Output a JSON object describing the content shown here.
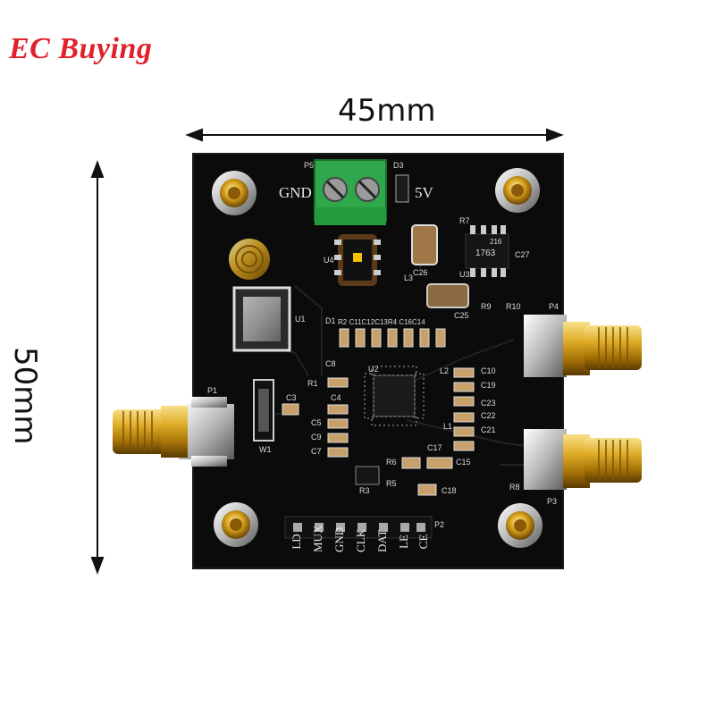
{
  "brand": {
    "name": "EC Buying",
    "color": "#e0202a"
  },
  "dimensions": {
    "width_label": "45mm",
    "height_label": "50mm"
  },
  "board": {
    "power_labels": {
      "gnd": "GND",
      "v5": "5V"
    },
    "header_pins": [
      "LD",
      "MUX",
      "GND",
      "CLK",
      "DAT",
      "LE",
      "CE"
    ],
    "header_ref": "P2",
    "refs": {
      "p5": "P5",
      "d3": "D3",
      "u4": "U4",
      "r7": "R7",
      "u3": "U3",
      "c27": "C27",
      "c26": "C26",
      "l3": "L3",
      "r9": "R9",
      "r10": "R10",
      "c25": "C25",
      "u1": "U1",
      "d1": "D1",
      "caps_row": "R2 C11C12C13R4 C16C14",
      "p4": "P4",
      "p1": "P1",
      "u2": "U2",
      "c3": "C3",
      "r1": "R1",
      "c8": "C8",
      "c4": "C4",
      "c5": "C5",
      "c9": "C9",
      "c7": "C7",
      "l2": "L2",
      "c10": "C10",
      "c19": "C19",
      "c23": "C23",
      "c22": "C22",
      "l1": "L1",
      "c21": "C21",
      "c17": "C17",
      "r6": "R6",
      "c15": "C15",
      "r5": "R5",
      "r3": "R3",
      "c18": "C18",
      "w1": "W1",
      "r8": "R8",
      "p3": "P3"
    },
    "chip_markings": {
      "regulator": "1763",
      "regulator_code": "216"
    }
  }
}
